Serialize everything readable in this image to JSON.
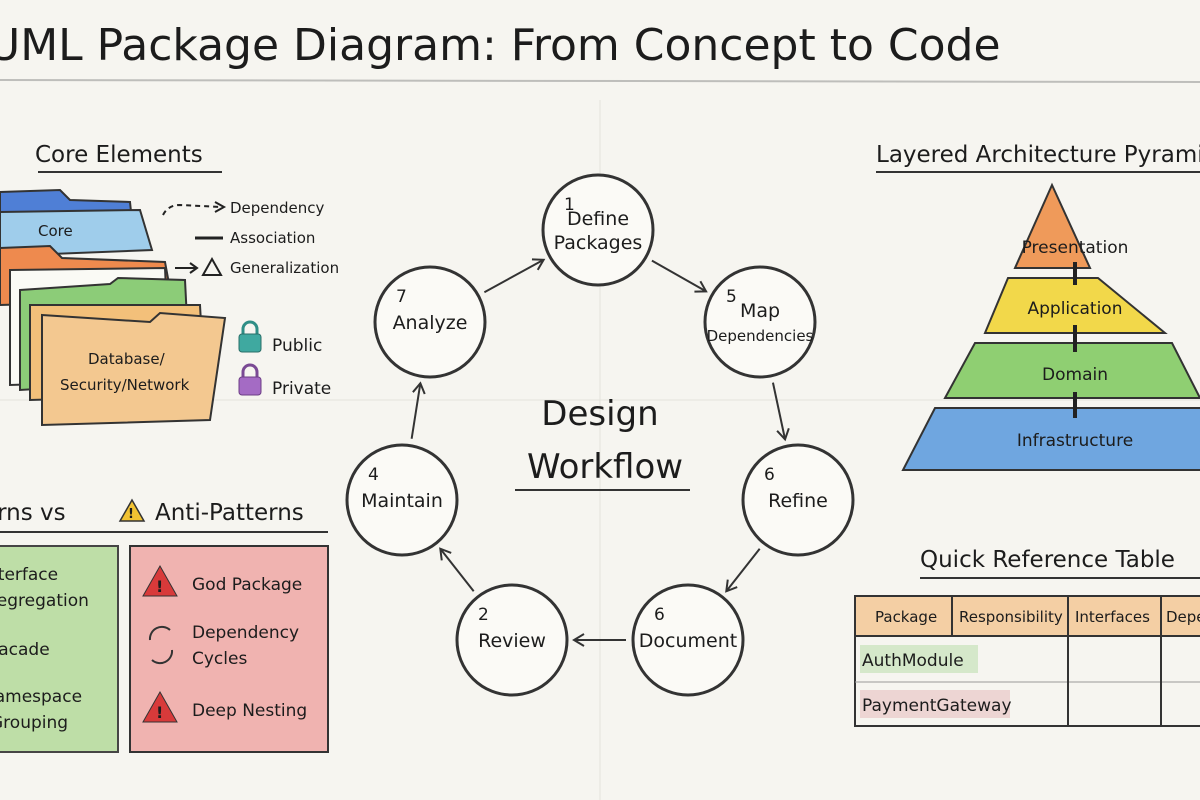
{
  "title": "UML Package Diagram: From Concept to Code",
  "core_elements": {
    "heading": "Core Elements",
    "folders": [
      "Core",
      "Database/",
      "Security/Network"
    ],
    "relations": [
      "Dependency",
      "Association",
      "Generalization"
    ],
    "visibility": [
      "Public",
      "Private"
    ],
    "colors": {
      "public": "#3fa9a0",
      "private": "#a46bc4"
    }
  },
  "patterns": {
    "heading_left": "Patterns vs",
    "heading_right": "Anti-Patterns",
    "good": [
      "Interface",
      "Segregation",
      "Facade",
      "Namespace",
      "Grouping"
    ],
    "bad": [
      {
        "icon": "warning-icon",
        "lines": [
          "God Package"
        ]
      },
      {
        "icon": "cycle-icon",
        "lines": [
          "Dependency",
          "Cycles"
        ]
      },
      {
        "icon": "warning-icon",
        "lines": [
          "Deep Nesting"
        ]
      }
    ]
  },
  "workflow": {
    "center": [
      "Design",
      "Workflow"
    ],
    "steps": [
      {
        "num": "1",
        "lines": [
          "Define",
          "Packages"
        ]
      },
      {
        "num": "5",
        "lines": [
          "Map",
          "Dependencies"
        ]
      },
      {
        "num": "6",
        "lines": [
          "Refine"
        ]
      },
      {
        "num": "6",
        "lines": [
          "Document"
        ]
      },
      {
        "num": "2",
        "lines": [
          "Review"
        ]
      },
      {
        "num": "4",
        "lines": [
          "Maintain"
        ]
      },
      {
        "num": "7",
        "lines": [
          "Analyze"
        ]
      }
    ]
  },
  "pyramid": {
    "heading": "Layered Architecture Pyramid",
    "layers": [
      "Presentation",
      "Application",
      "Domain",
      "Infrastructure"
    ],
    "colors": [
      "#ef9a5a",
      "#f2d84a",
      "#8fcf72",
      "#6fa6e0"
    ]
  },
  "reference_table": {
    "heading": "Quick Reference Table",
    "columns": [
      "Package",
      "Responsibility",
      "Interfaces",
      "Dependencies"
    ],
    "rows": [
      [
        "AuthModule",
        "",
        "",
        ""
      ],
      [
        "PaymentGateway",
        "",
        "",
        ""
      ]
    ]
  }
}
